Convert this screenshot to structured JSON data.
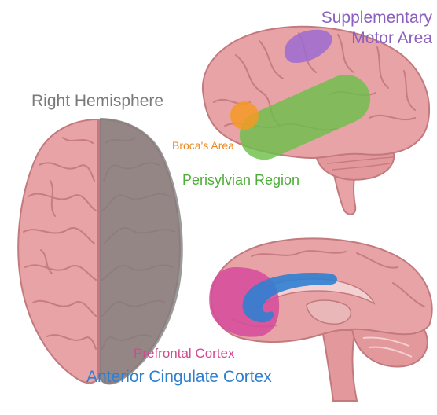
{
  "labels": {
    "right_hemisphere": "Right Hemisphere",
    "supplementary_line1": "Supplementary",
    "supplementary_line2": "Motor Area",
    "brocas_area": "Broca's Area",
    "perisylvian_region": "Perisylvian Region",
    "prefrontal_cortex": "Prefrontal Cortex",
    "anterior_cingulate_cortex": "Anterior Cingulate Cortex"
  },
  "colors": {
    "brain_fill": "#e7a3a5",
    "brain_stroke": "#c27a7f",
    "right_hemisphere_overlay": "#7d7d7d",
    "supplementary_motor_area": "#9c6bd0",
    "brocas_area": "#f39a24",
    "perisylvian_region": "#6cc04a",
    "prefrontal_cortex": "#d64b9b",
    "anterior_cingulate_cortex": "#2f7fd1"
  }
}
